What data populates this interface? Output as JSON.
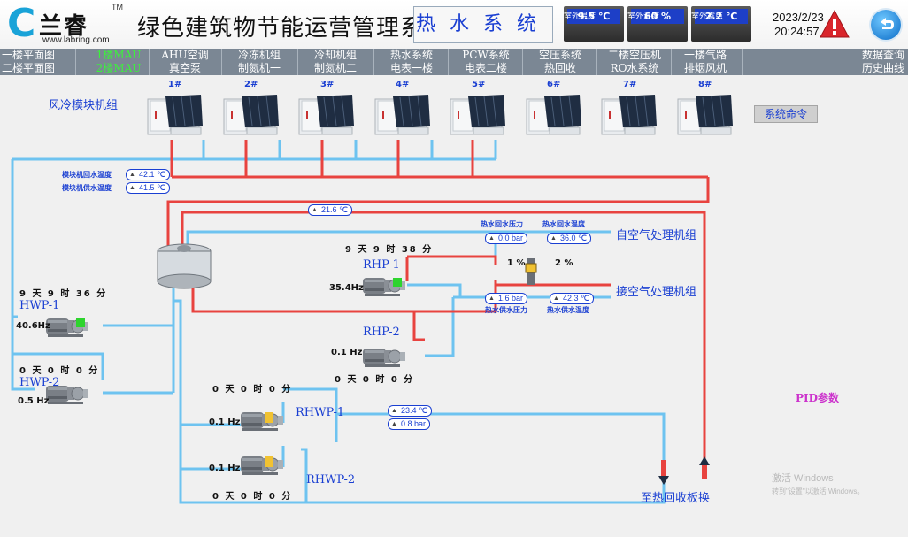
{
  "header": {
    "logo_cn": "兰睿",
    "logo_url": "www.labring.com",
    "logo_tm": "TM",
    "title": "绿色建筑物节能运营管理系统",
    "subtitle": "热水系统",
    "sensors": [
      {
        "label": "室外温度",
        "value": "9.5  ℃"
      },
      {
        "label": "室外湿度",
        "value": "60  %"
      },
      {
        "label": "室外露点",
        "value": "2.2  ℃"
      }
    ],
    "date": "2023/2/23",
    "time": "20:24:57"
  },
  "nav": {
    "row1": [
      "一楼平面图",
      "1楼MAU",
      "AHU空调",
      "冷冻机组",
      "冷却机组",
      "热水系统",
      "PCW系统",
      "空压系统",
      "二楼空压机",
      "一楼气路",
      "数据查询"
    ],
    "row2": [
      "二楼平面图",
      "2楼MAU",
      "真空泵",
      "制氮机一",
      "制氮机二",
      "电表一楼",
      "电表二楼",
      "热回收",
      "RO水系统",
      "排烟风机",
      "历史曲线"
    ],
    "active": "1楼MAU"
  },
  "main": {
    "section_title": "风冷模块机组",
    "units": [
      "1#",
      "2#",
      "3#",
      "4#",
      "5#",
      "6#",
      "7#",
      "8#"
    ],
    "system_command": "系统命令",
    "module_return_label": "模块机回水温度",
    "module_return_value": "42.1 ℃",
    "module_supply_label": "模块机供水温度",
    "module_supply_value": "41.5 ℃",
    "tank_temp": "21.6 ℃",
    "hot_return_pressure_label": "热水回水压力",
    "hot_return_pressure_value": "0.0 bar",
    "hot_return_temp_label": "热水回水温度",
    "hot_return_temp_value": "36.0 ℃",
    "to_ahu_label": "自空气处理机组",
    "from_ahu_label": "接空气处理机组",
    "valve_left_pct": "1 %",
    "valve_right_pct": "2 %",
    "hot_supply_pressure_value": "1.6 bar",
    "hot_supply_pressure_label": "热水供水压力",
    "hot_supply_temp_value": "42.3 ℃",
    "hot_supply_temp_label": "热水供水温度",
    "rhp1": {
      "name": "RHP-1",
      "runtime": "9 天 9 时 38 分",
      "hz": "35.4Hz"
    },
    "rhp2": {
      "name": "RHP-2",
      "runtime": "0 天 0 时 0 分",
      "hz": "0.1 Hz"
    },
    "hwp1": {
      "name": "HWP-1",
      "runtime": "9 天 9 时 36 分",
      "hz": "40.6Hz"
    },
    "hwp2": {
      "name": "HWP-2",
      "runtime": "0 天 0 时 0 分",
      "hz": "0.5 Hz"
    },
    "rhwp1": {
      "name": "RHWP-1",
      "runtime": "0 天 0 时 0 分",
      "hz": "0.1 Hz"
    },
    "rhwp2": {
      "name": "RHWP-2",
      "runtime": "0 天 0 时 0 分",
      "hz": "0.1 Hz"
    },
    "rhwp_temp": "23.4 ℃",
    "rhwp_pressure": "0.8 bar",
    "heat_recovery_label": "至热回收板换",
    "pid_label": "PID参数"
  },
  "watermark": {
    "line1": "激活 Windows",
    "line2": "转到\"设置\"以激活 Windows。"
  },
  "colors": {
    "nav_bg": "#7b8794",
    "active_nav": "#3df03d",
    "title_blue": "#1a3fd2",
    "hot_pipe": "#e8433f",
    "cold_pipe": "#6ec3f0",
    "pid": "#cc33cc"
  }
}
